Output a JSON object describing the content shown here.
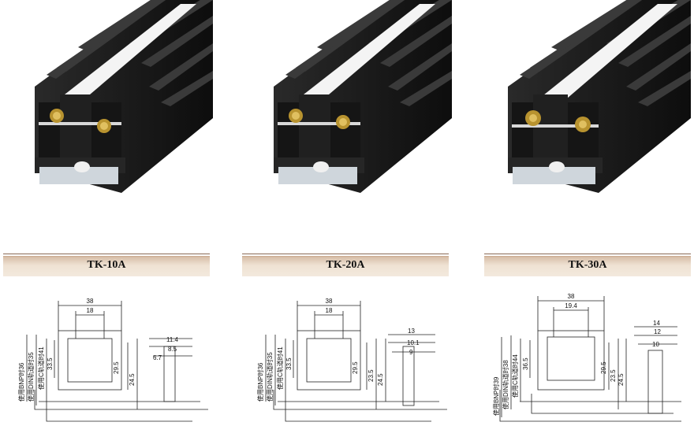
{
  "colors": {
    "band": "#efe2d3",
    "block": "#1c1c1c",
    "label_strip": "#f2f2f2"
  },
  "products": [
    {
      "title": "TK-10A",
      "dims": {
        "top_width": "38",
        "inner_width": "18",
        "side1": "11.4",
        "side2": "8.5",
        "side3": "6.7",
        "h1": "29.5",
        "h2": "24.5"
      },
      "notes": {
        "bnp": "使用BNP时36",
        "din": "使用DIN轨道时35",
        "c": "使用C轨道时41",
        "c_val": "33.5"
      }
    },
    {
      "title": "TK-20A",
      "dims": {
        "top_width": "38",
        "inner_width": "18",
        "side1": "13",
        "side2": "10.1",
        "side3": "9",
        "h1": "29.5",
        "h2": "23.5",
        "h3": "24.5"
      },
      "notes": {
        "bnp": "使用BNP时36",
        "din": "使用DIN轨道时35",
        "c": "使用C轨道时41",
        "c_val": "33.5"
      }
    },
    {
      "title": "TK-30A",
      "dims": {
        "top_width": "38",
        "inner_width": "19.4",
        "side1": "14",
        "side2": "12",
        "side3": "10",
        "h1": "29.5",
        "h2": "23.5",
        "h3": "24.5"
      },
      "notes": {
        "bnp": "使用BNP时39",
        "din": "使用DIN轨道时38",
        "c": "使用C轨道时44",
        "c_val": "36.5"
      }
    }
  ]
}
